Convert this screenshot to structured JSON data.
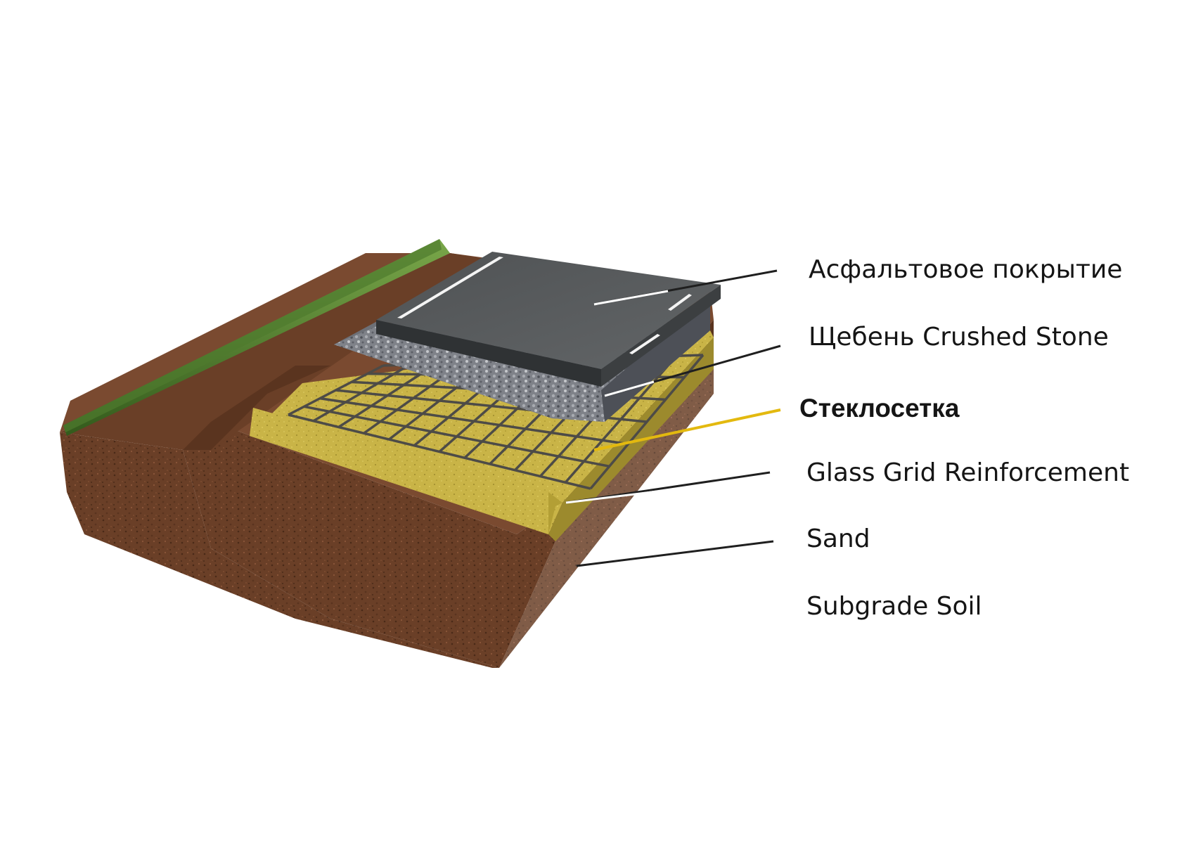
{
  "labels": {
    "asphalt": "Асфальтовое покрытие",
    "crushed_stone": "Щебень Crushed Stone",
    "glass_mesh": "Стеклосетка",
    "glass_grid": "Glass Grid Reinforcement",
    "sand": "Sand",
    "subgrade": "Subgrade Soil"
  },
  "colors": {
    "soil": "#6a3f27",
    "soil_dark": "#4a2a18",
    "soil_light": "#8b563a",
    "grass": "#4f7a2d",
    "sand": "#c9b447",
    "sand_dark": "#9c8a2d",
    "stone": "#7f8289",
    "stone_dark": "#4d5057",
    "asphalt": "#56595b",
    "asphalt_dark": "#2f3234",
    "grid": "#4d4b47",
    "highlight": "#e3b90f",
    "leader": "#2a2a2a"
  }
}
